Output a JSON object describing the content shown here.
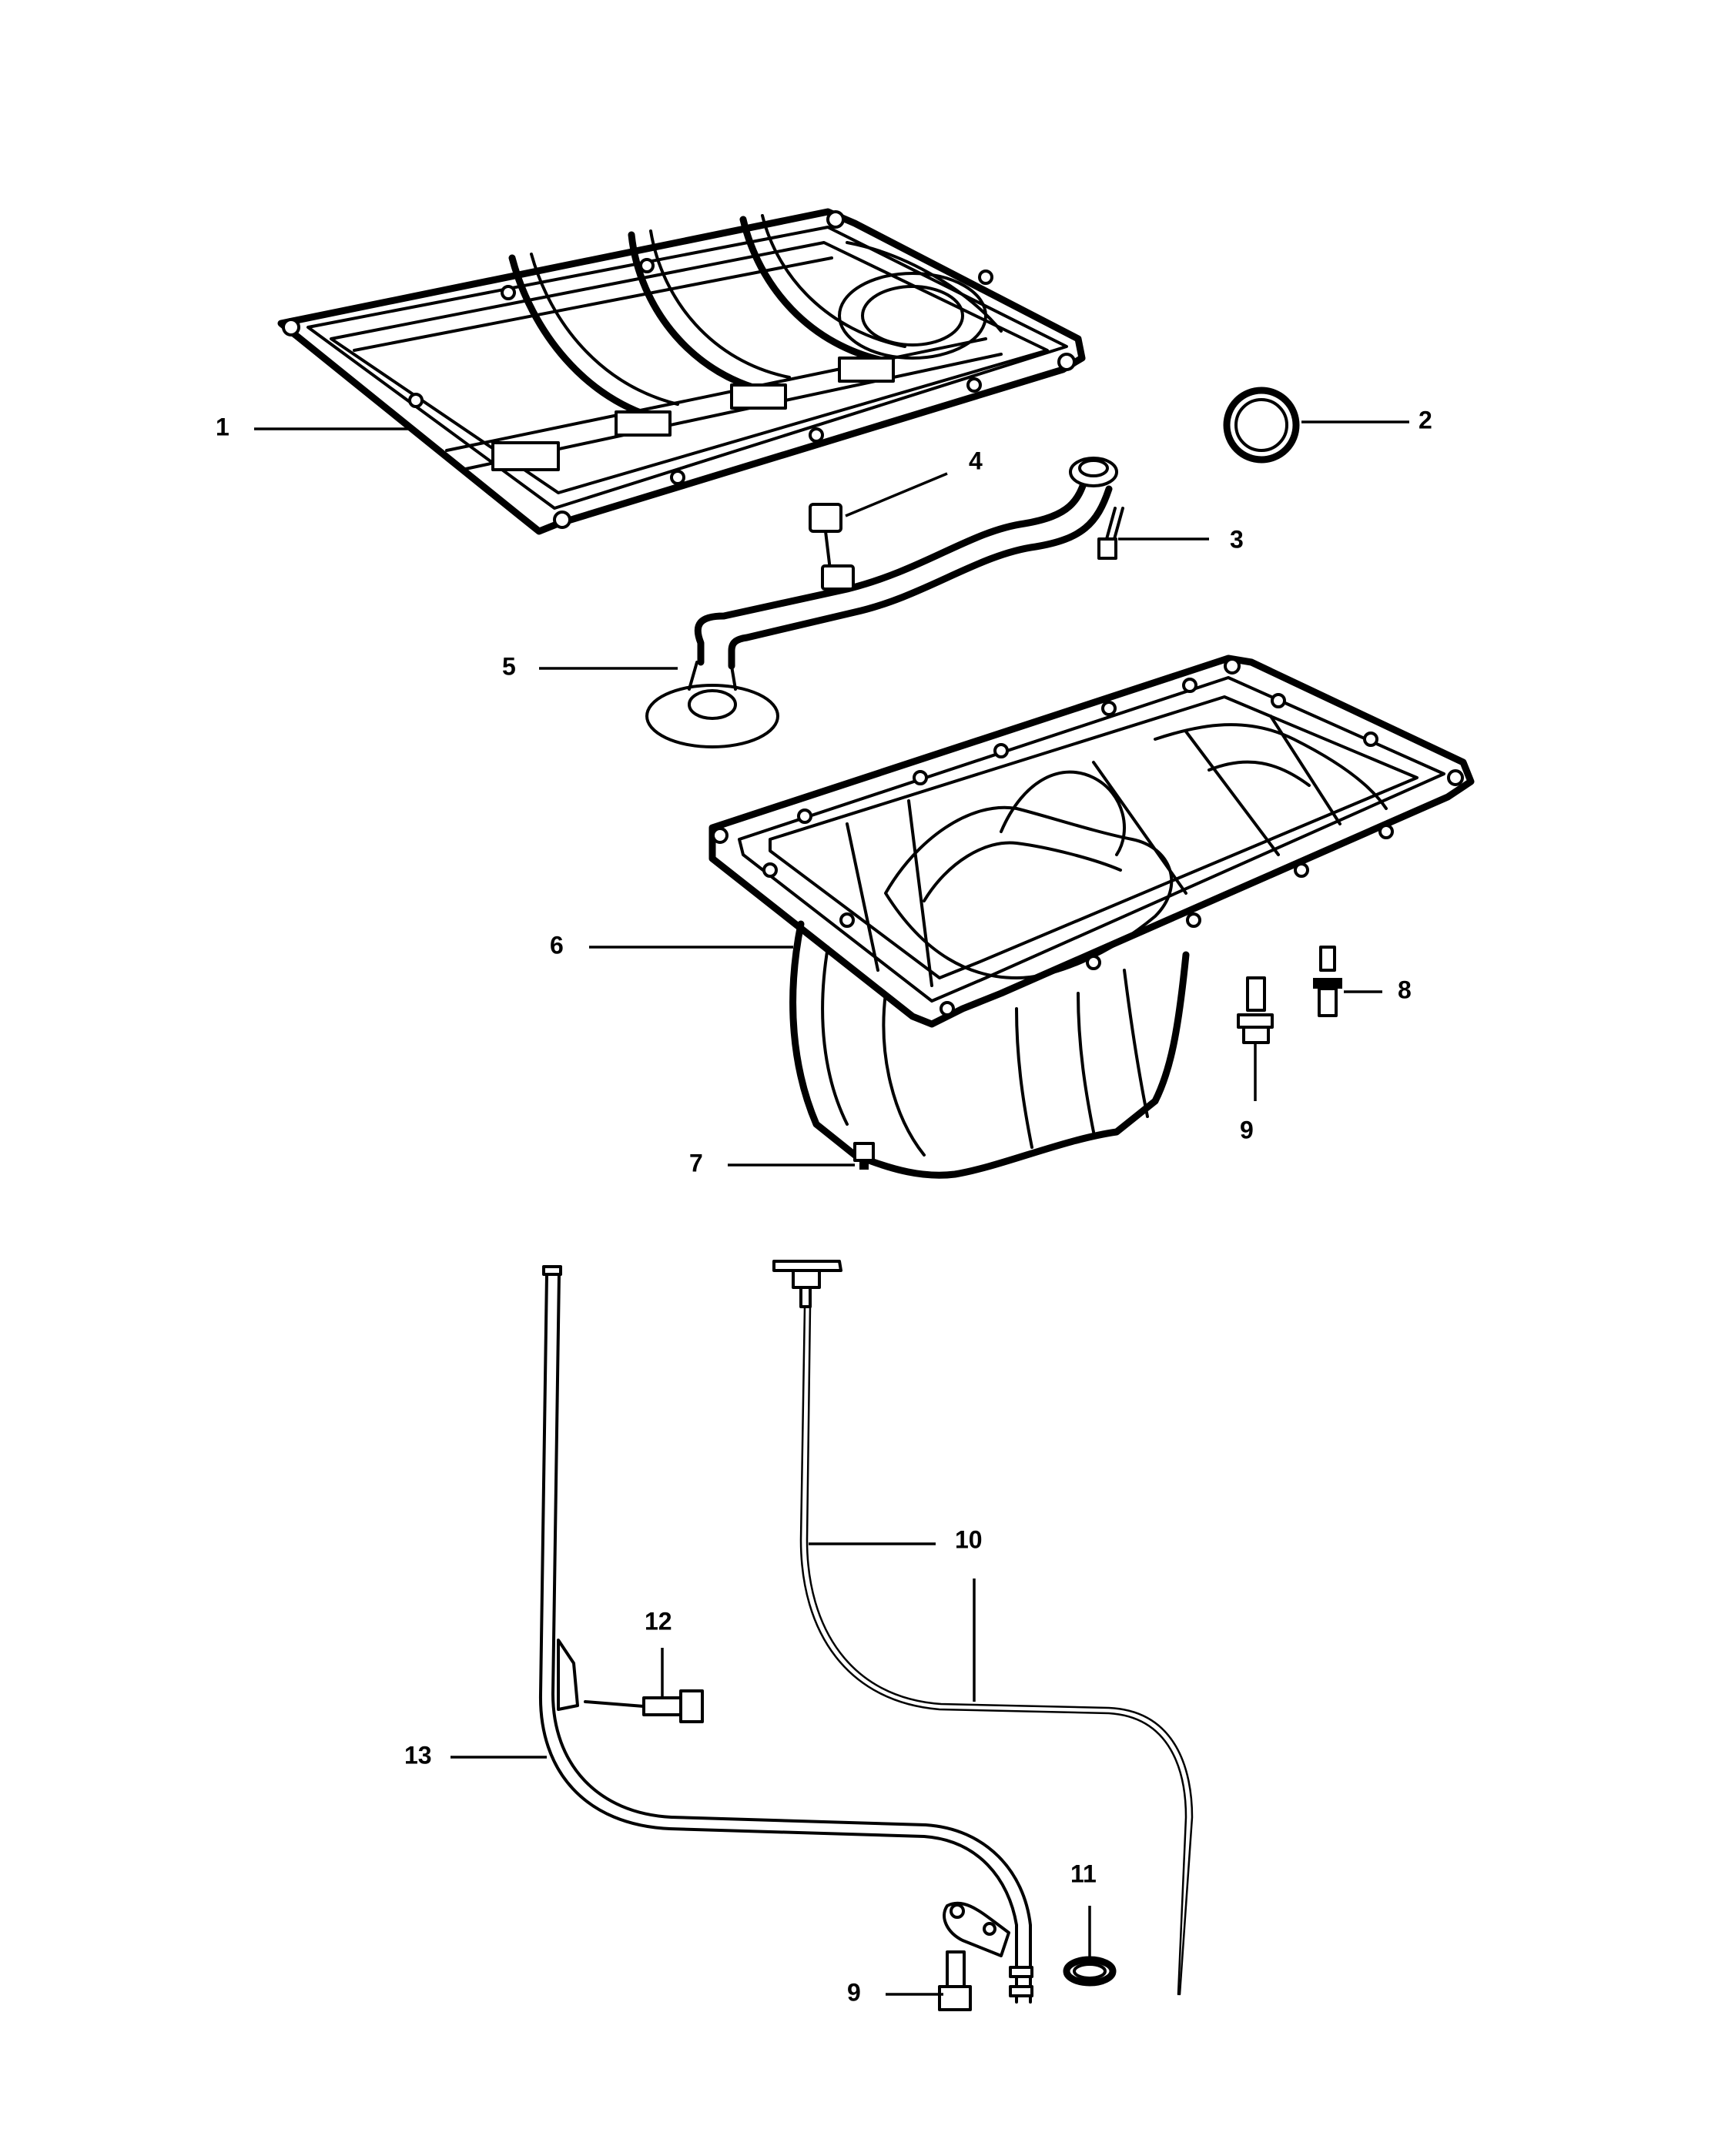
{
  "callouts": [
    {
      "id": "1",
      "label": "1"
    },
    {
      "id": "2",
      "label": "2"
    },
    {
      "id": "3",
      "label": "3"
    },
    {
      "id": "4",
      "label": "4"
    },
    {
      "id": "5",
      "label": "5"
    },
    {
      "id": "6",
      "label": "6"
    },
    {
      "id": "7",
      "label": "7"
    },
    {
      "id": "8",
      "label": "8"
    },
    {
      "id": "9a",
      "label": "9"
    },
    {
      "id": "10",
      "label": "10"
    },
    {
      "id": "11",
      "label": "11"
    },
    {
      "id": "12",
      "label": "12"
    },
    {
      "id": "13",
      "label": "13"
    },
    {
      "id": "9b",
      "label": "9"
    }
  ]
}
